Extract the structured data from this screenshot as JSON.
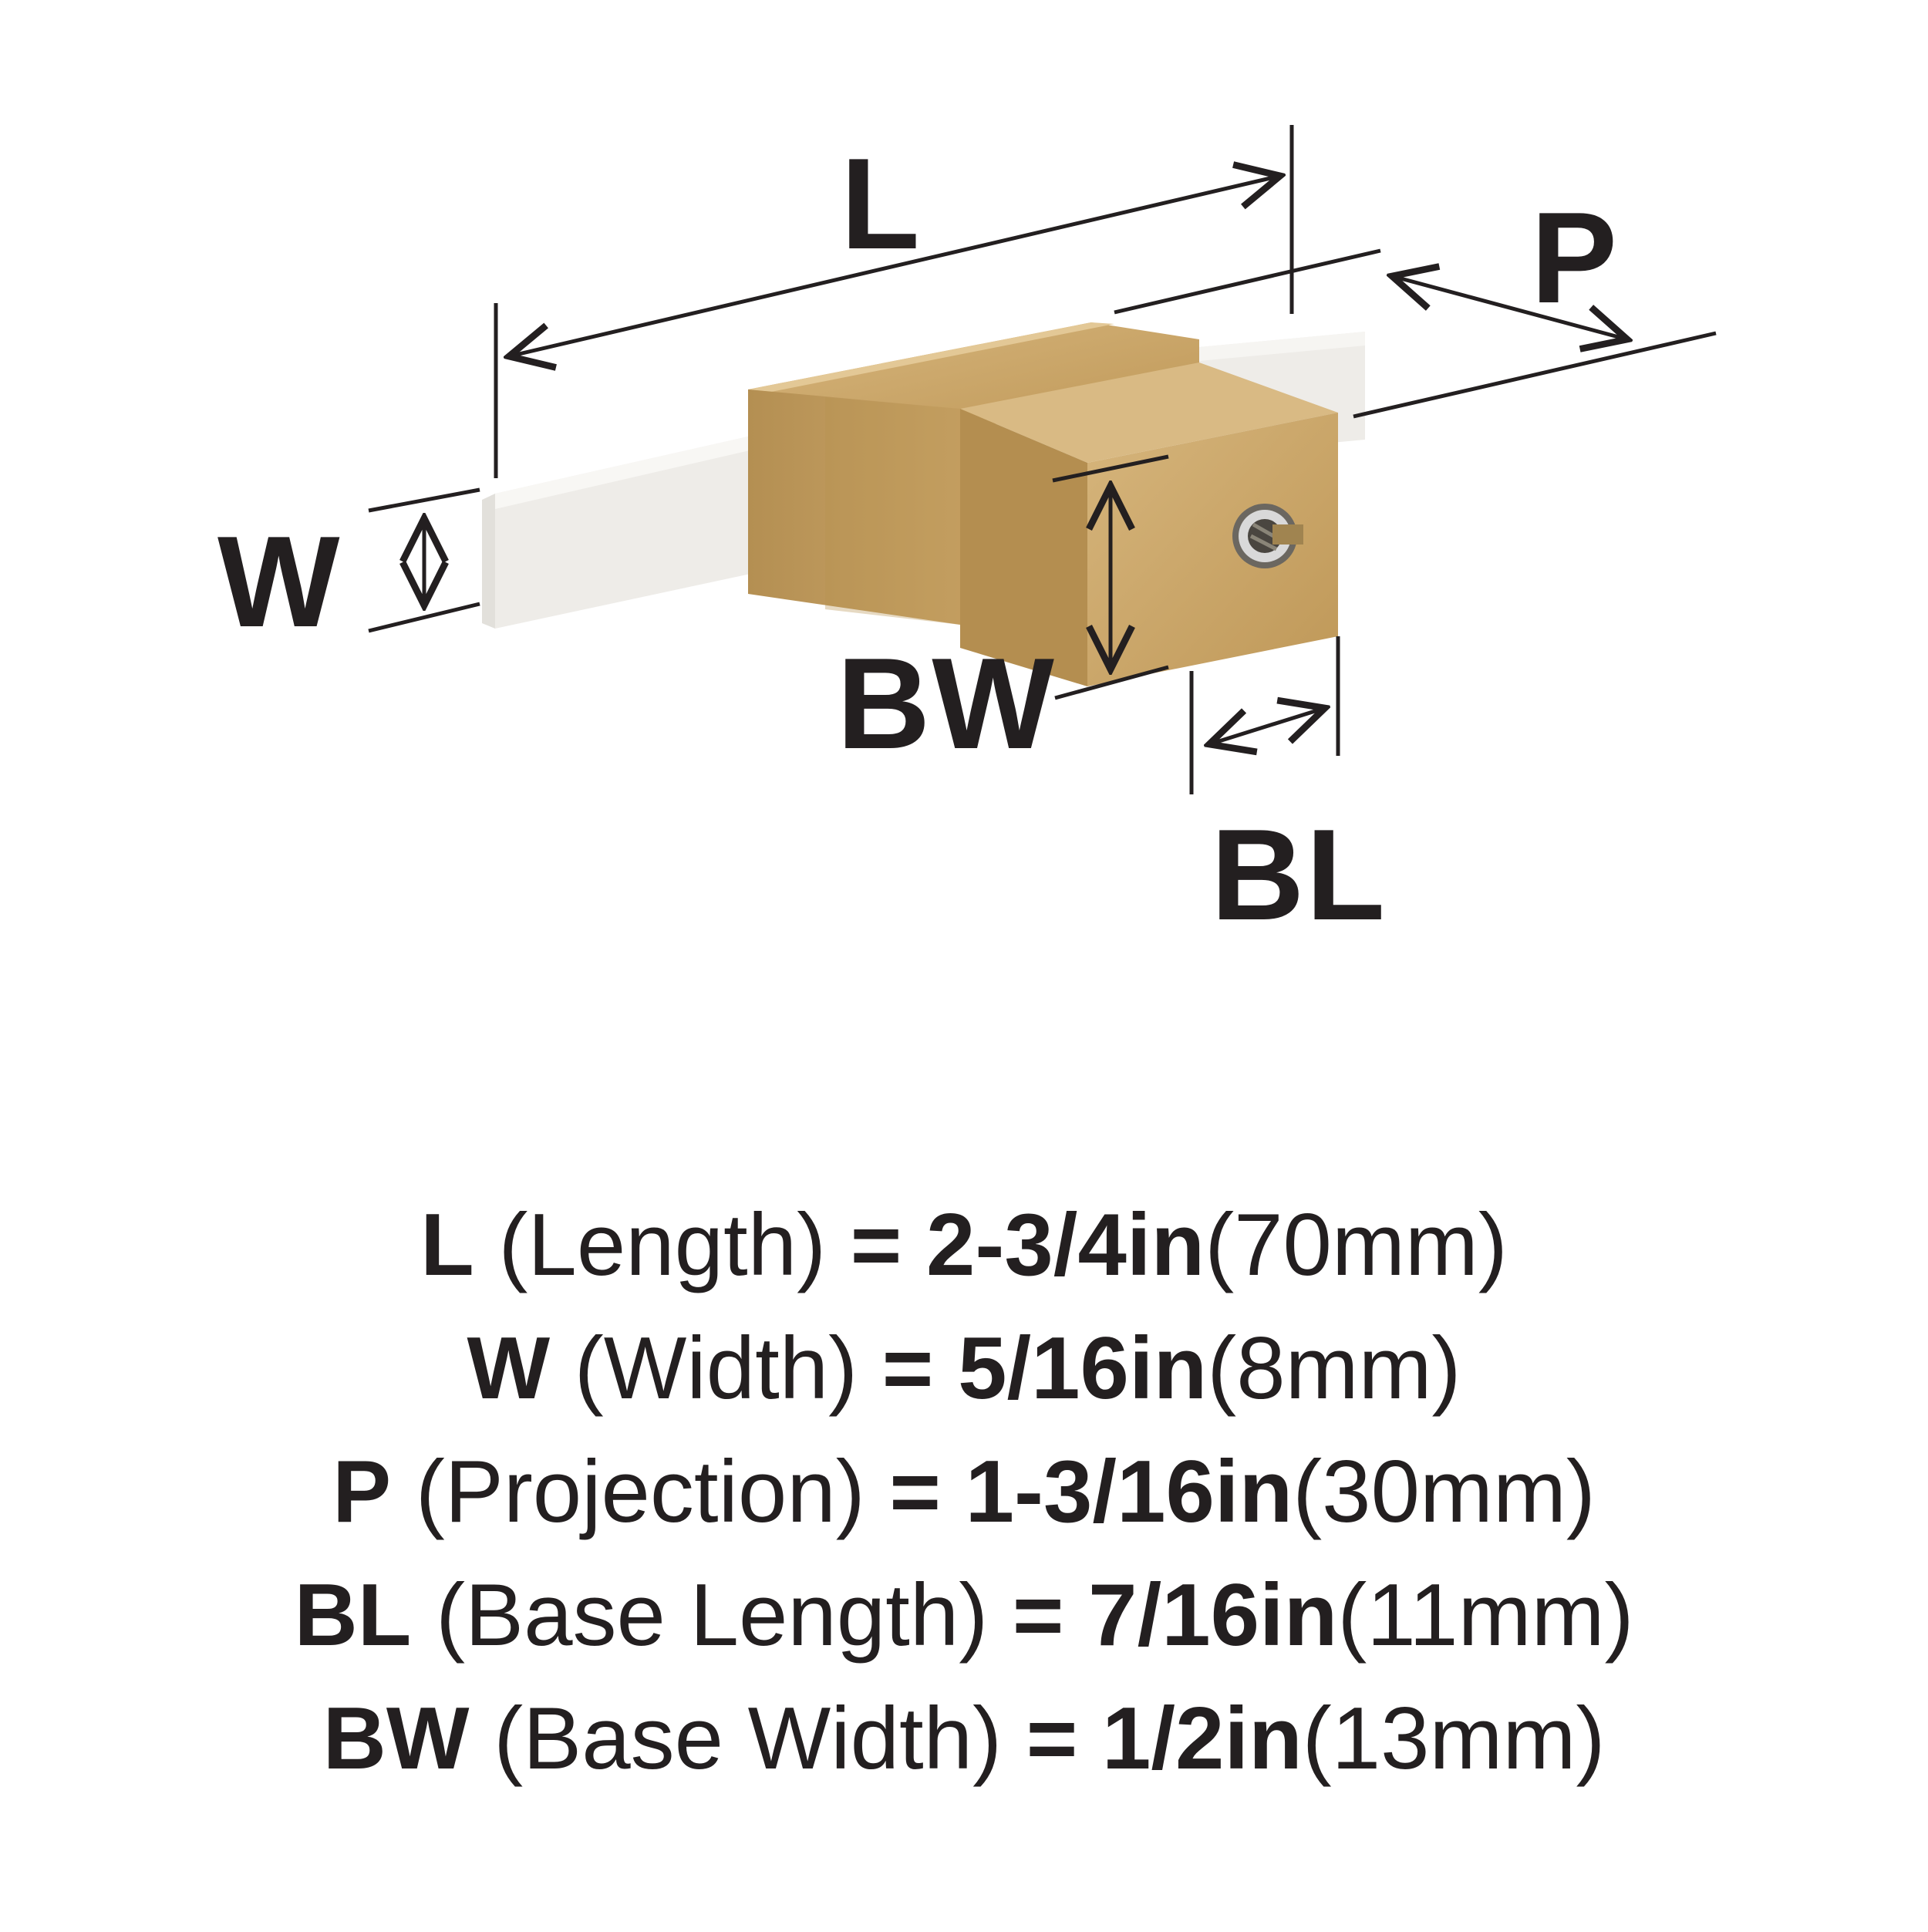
{
  "colors": {
    "ink": "#231f20",
    "white_bar": "#eceae6",
    "brass": "#c9a468",
    "brass_dark": "#a98447",
    "brass_light": "#dcbf8c"
  },
  "diagram": {
    "labels": {
      "L": "L",
      "P": "P",
      "W": "W",
      "BW": "BW",
      "BL": "BL"
    }
  },
  "specs": [
    {
      "symbol": "L",
      "name": "(Length)",
      "eq": "=",
      "imperial": "2-3/4in",
      "metric": "(70mm)"
    },
    {
      "symbol": "W",
      "name": "(Width)",
      "eq": "=",
      "imperial": "5/16in",
      "metric": "(8mm)"
    },
    {
      "symbol": "P",
      "name": "(Projection)",
      "eq": "=",
      "imperial": "1-3/16in",
      "metric": "(30mm)"
    },
    {
      "symbol": "BL",
      "name": "(Base Length)",
      "eq": "=",
      "imperial": "7/16in",
      "metric": "(11mm)"
    },
    {
      "symbol": "BW",
      "name": "(Base Width)",
      "eq": "=",
      "imperial": "1/2in",
      "metric": "(13mm)"
    }
  ]
}
